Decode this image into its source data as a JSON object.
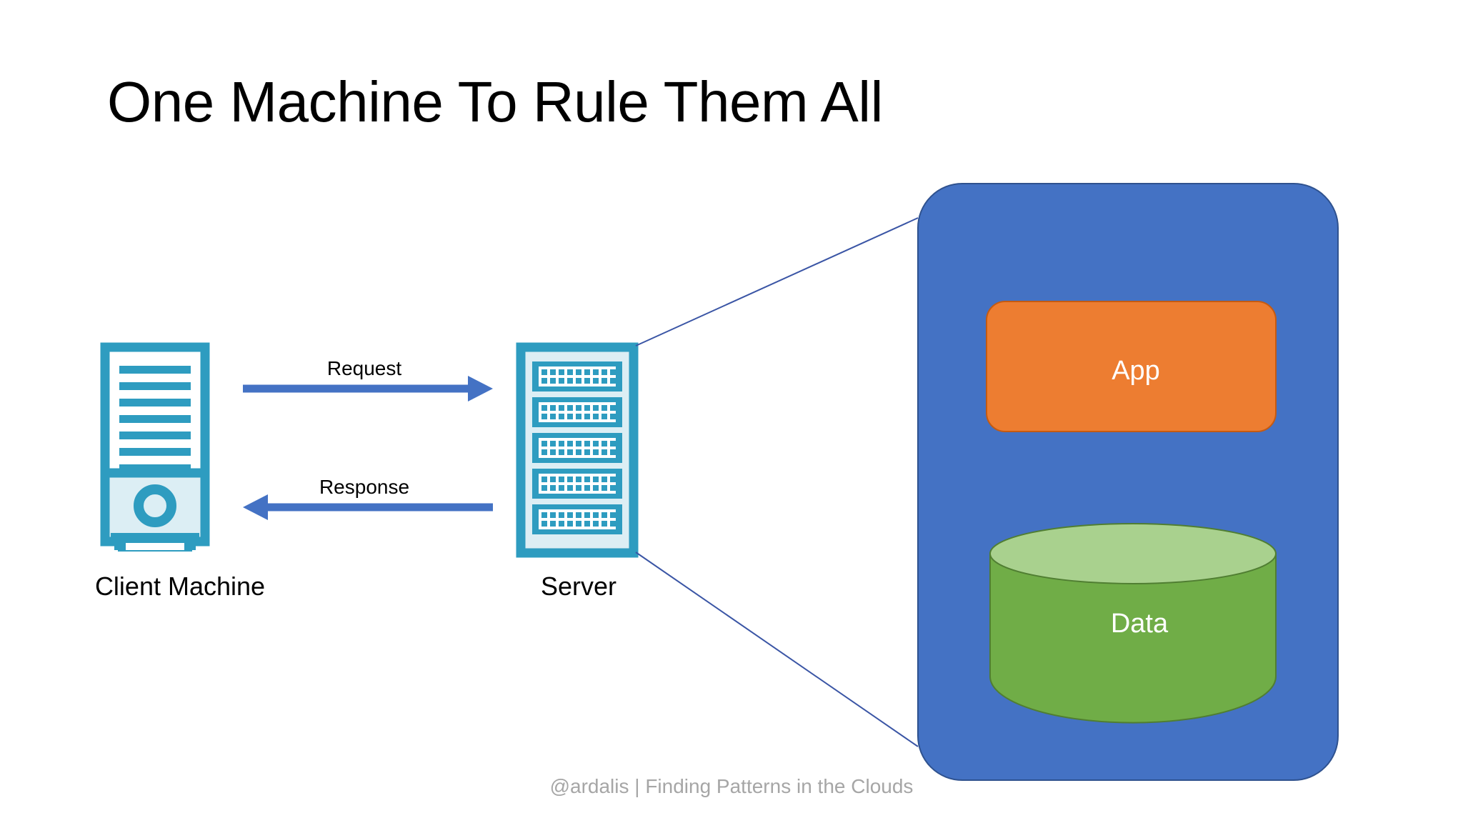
{
  "slide": {
    "title": "One Machine To Rule Them All",
    "background": "#ffffff",
    "footer": "@ardalis | Finding Patterns in the Clouds",
    "footer_color": "#a6a6a6"
  },
  "client": {
    "label": "Client Machine",
    "icon": "desktop-tower-icon",
    "color": "#2e9cc0",
    "accent_color": "#dceef4",
    "vent_bar_count": 7
  },
  "server": {
    "label": "Server",
    "icon": "server-rack-icon",
    "color": "#2e9cc0",
    "accent_color": "#dceef4",
    "rack_unit_count": 5,
    "ports_per_row": 9,
    "port_rows": 2
  },
  "arrows": [
    {
      "label": "Request",
      "direction": "right",
      "color": "#4472c4"
    },
    {
      "label": "Response",
      "direction": "left",
      "color": "#4472c4"
    }
  ],
  "callout": {
    "line_color": "#3a55a5",
    "line_count": 2
  },
  "panel": {
    "name": "single-machine-panel",
    "fill": "#4472c4",
    "border": "#2f528f",
    "children": [
      {
        "id": "app",
        "label": "App",
        "shape": "rounded-rectangle",
        "fill": "#ed7d31",
        "border": "#c55a11",
        "text_color": "#ffffff"
      },
      {
        "id": "data",
        "label": "Data",
        "shape": "cylinder",
        "fill": "#70ad47",
        "top_fill": "#a9d18e",
        "border": "#507e32",
        "text_color": "#ffffff"
      }
    ]
  }
}
